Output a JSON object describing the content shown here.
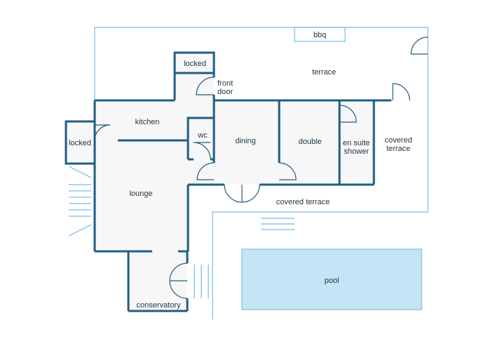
{
  "rooms": {
    "bbq": "bbq",
    "terrace": "terrace",
    "locked_top": "locked",
    "front_door_1": "front",
    "front_door_2": "door",
    "kitchen": "kitchen",
    "wc": "wc",
    "dining": "dining",
    "double": "double",
    "en_suite_1": "en suite",
    "en_suite_2": "shower",
    "covered_terrace_right_1": "covered",
    "covered_terrace_right_2": "terrace",
    "locked_left": "locked",
    "lounge": "lounge",
    "covered_terrace_bottom": "covered terrace",
    "pool": "pool",
    "conservatory": "conservatory"
  },
  "colors": {
    "wall": "#1e5d84",
    "outline": "#8ec9e6",
    "room_fill": "#f7f7f7",
    "pool": "#c5e4f5",
    "text": "#1d3442"
  }
}
